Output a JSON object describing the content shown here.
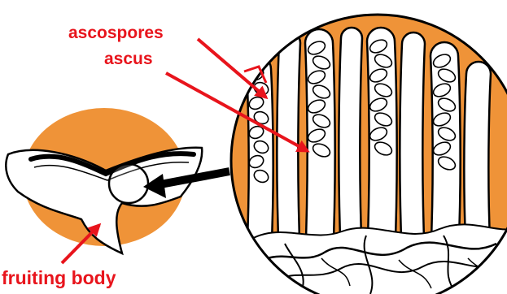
{
  "labels": {
    "ascospores": "ascospores",
    "ascus": "ascus",
    "fruiting_body": "fruiting body"
  },
  "colors": {
    "tissue": "#ef9338",
    "outline": "#000000",
    "label": "#e8141c",
    "background": "#ffffff"
  }
}
